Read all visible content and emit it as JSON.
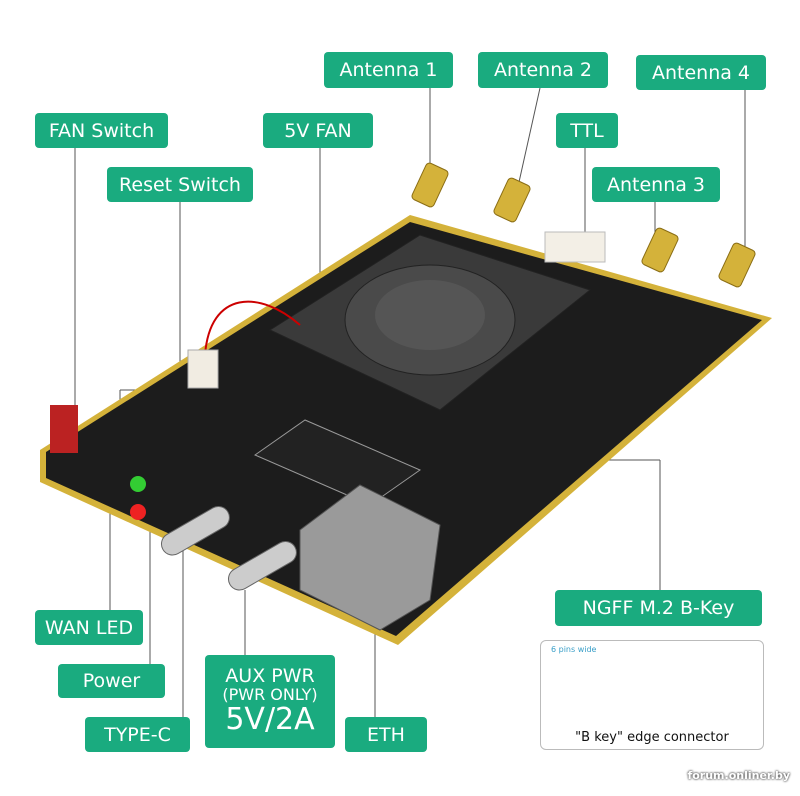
{
  "labels": {
    "antenna1": "Antenna 1",
    "antenna2": "Antenna 2",
    "antenna3": "Antenna 3",
    "antenna4": "Antenna 4",
    "fan_switch": "FAN Switch",
    "fan_5v": "5V  FAN",
    "ttl": "TTL",
    "reset_switch": "Reset Switch",
    "ngff": "NGFF M.2 B-Key",
    "wan_led": "WAN LED",
    "power": "Power",
    "type_c": "TYPE-C",
    "eth": "ETH",
    "aux_line1": "AUX  PWR",
    "aux_line2": "(PWR  ONLY)",
    "aux_line3": "5V/2A"
  },
  "inset": {
    "pins_label": "6 pins wide",
    "caption": "\"B key\"  edge connector"
  },
  "watermark": "forum.onliner.by",
  "colors": {
    "label_bg": "#1aab7f",
    "pcb": "#1c1c1c",
    "gold": "#d4b23a"
  }
}
